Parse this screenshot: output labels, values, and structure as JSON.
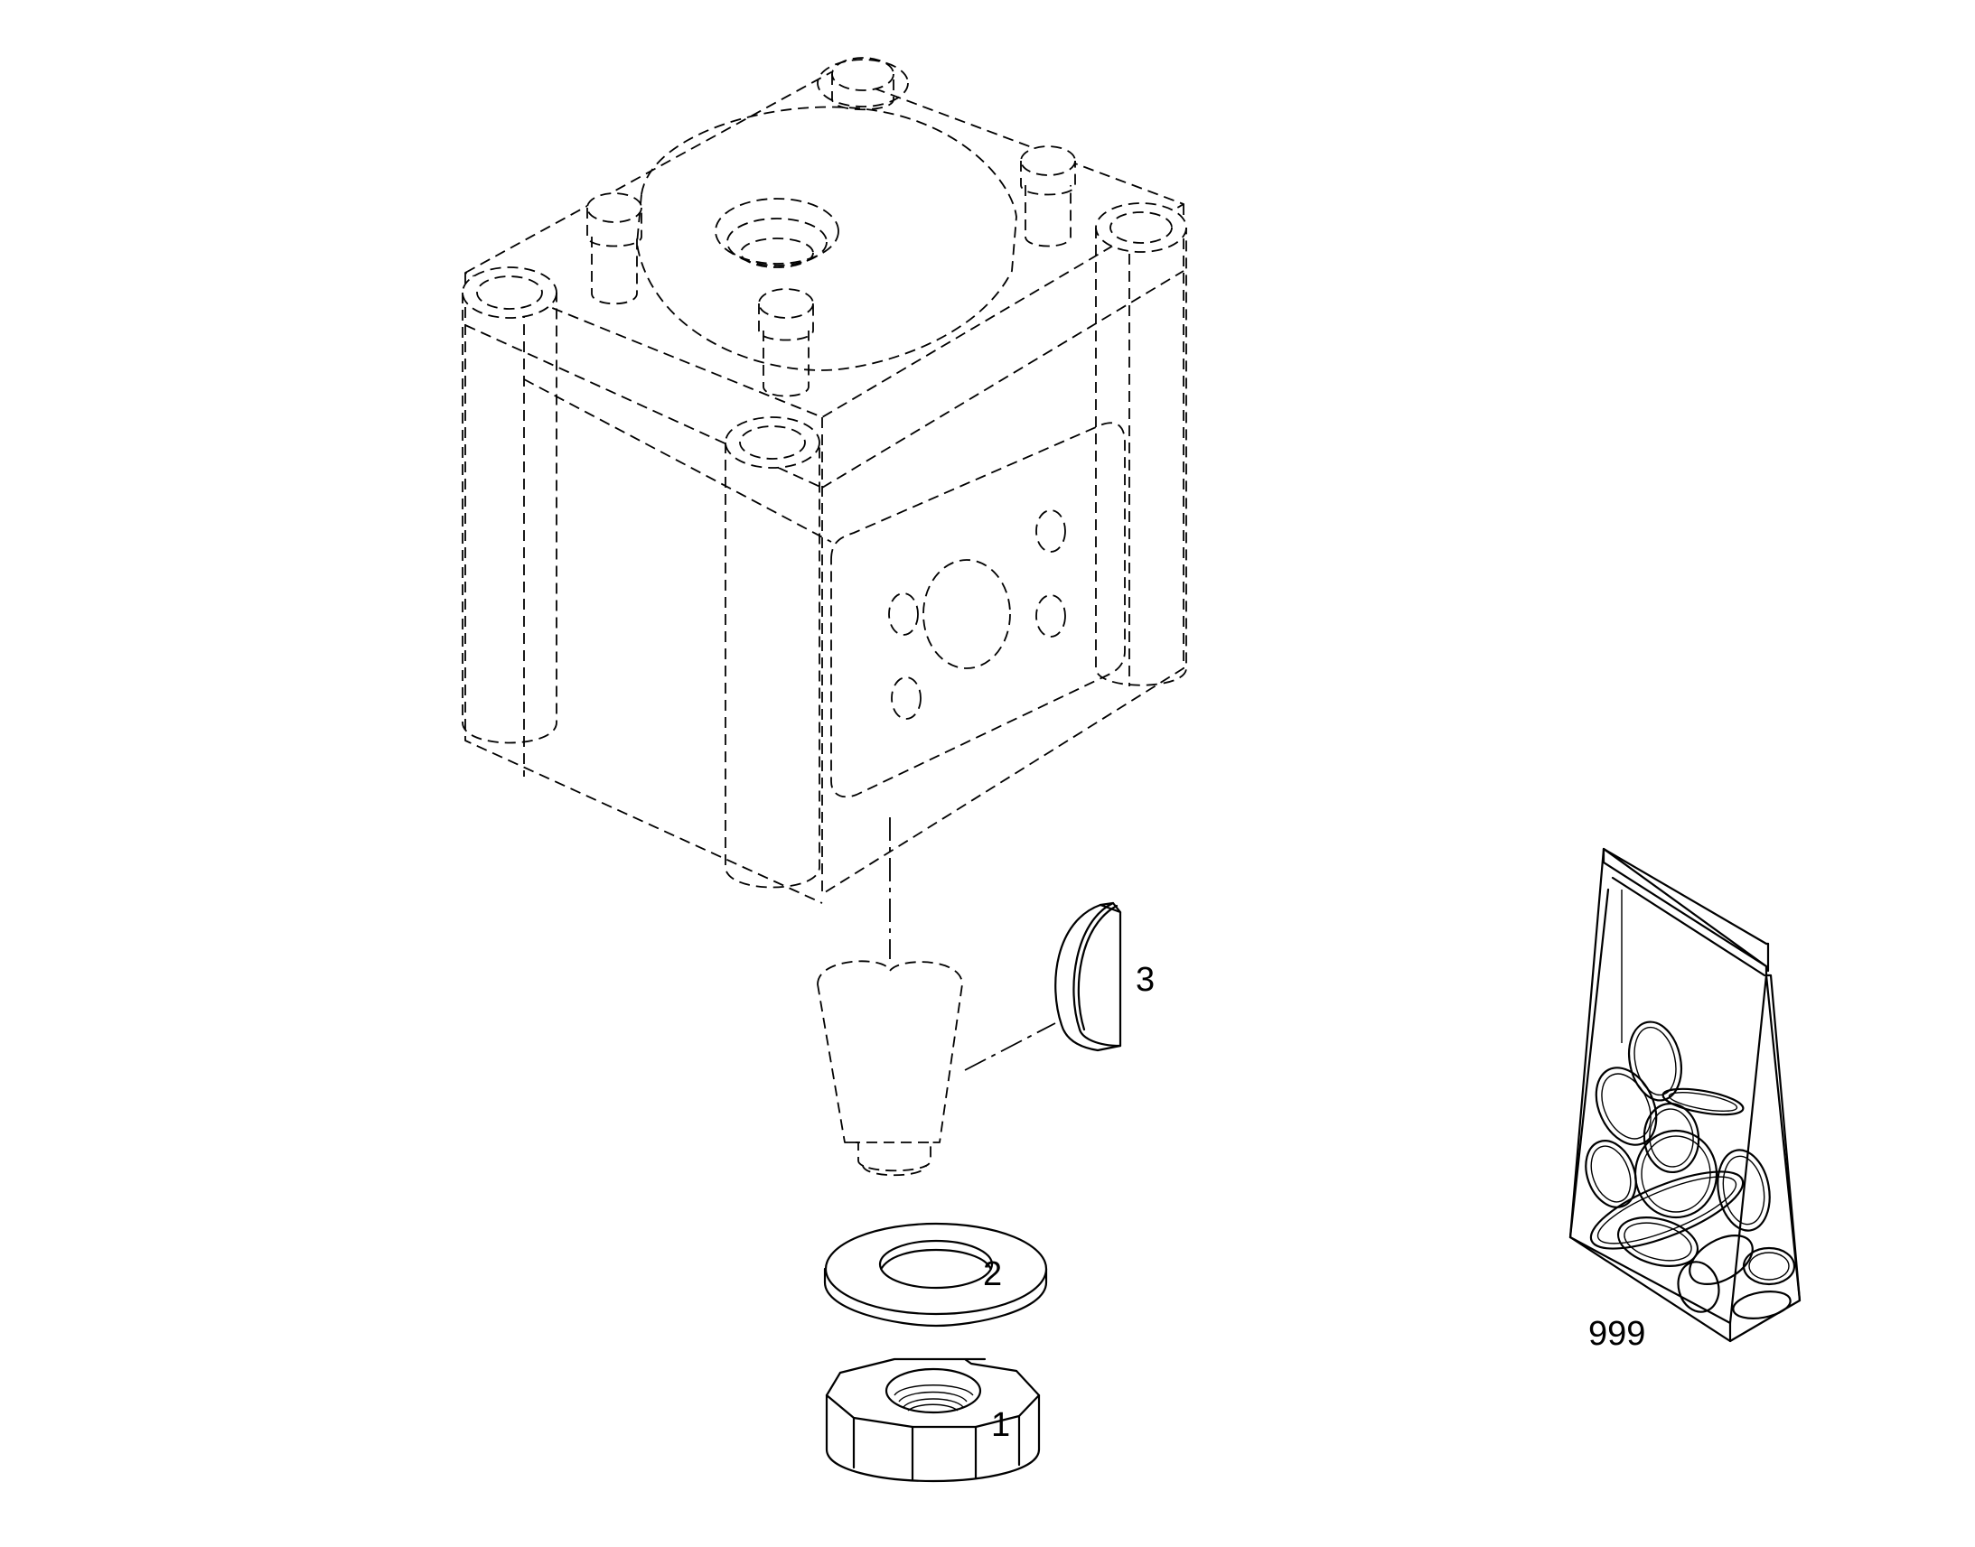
{
  "callouts": {
    "part_1": "1",
    "part_2": "2",
    "part_3": "3",
    "part_999": "999"
  },
  "colors": {
    "line": "#000000",
    "background": "#ffffff"
  }
}
